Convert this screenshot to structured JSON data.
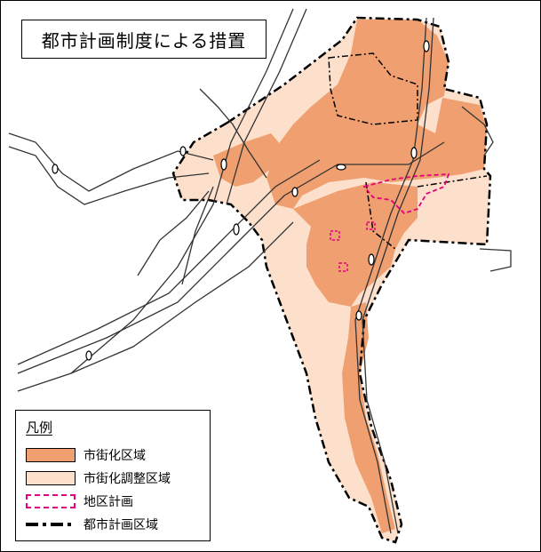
{
  "title": "都市計画制度による措置",
  "legend": {
    "heading": "凡例",
    "items": [
      {
        "label": "市街化区域",
        "symbol": "filled",
        "color": "#f0a070"
      },
      {
        "label": "市街化調整区域",
        "symbol": "filled",
        "color": "#fde0cc"
      },
      {
        "label": "地区計画",
        "symbol": "dashed-outline",
        "color": "#e6007e"
      },
      {
        "label": "都市計画区域",
        "symbol": "dash-dot-line",
        "color": "#000000"
      }
    ]
  },
  "colors": {
    "urbanization_area": "#f0a070",
    "urbanization_control_area": "#fde0cc",
    "district_plan": "#e6007e",
    "boundary": "#000000",
    "rail": "#333333"
  }
}
